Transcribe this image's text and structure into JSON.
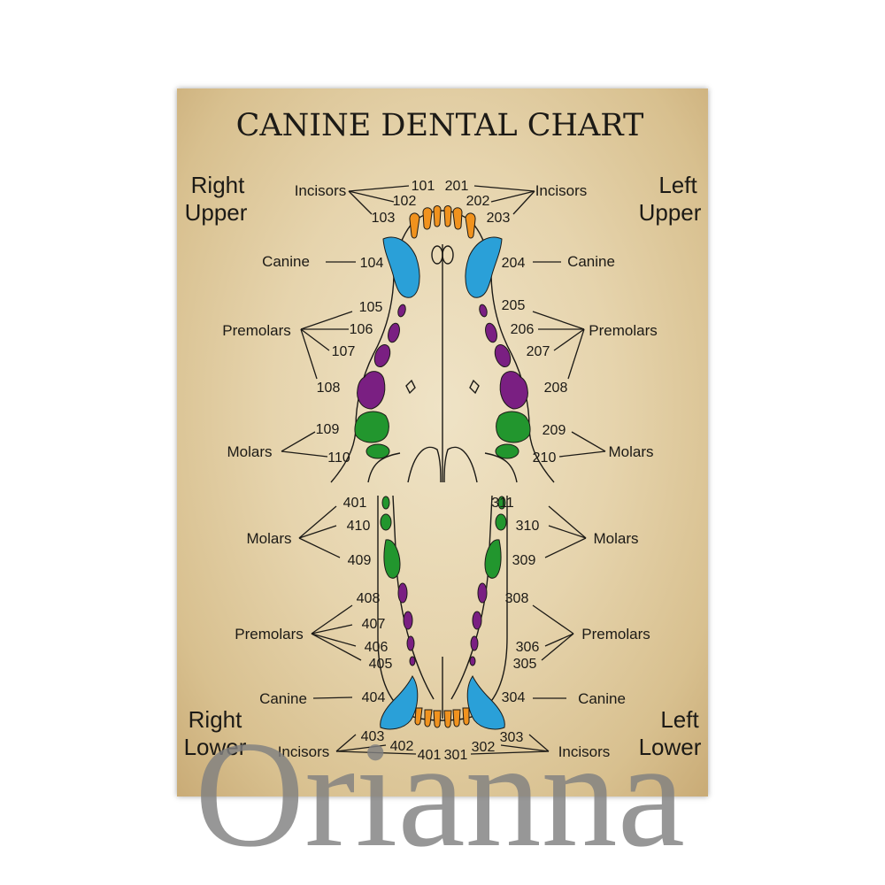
{
  "title": "CANINE DENTAL CHART",
  "corners": {
    "right_upper": [
      "Right",
      "Upper"
    ],
    "left_upper": [
      "Left",
      "Upper"
    ],
    "right_lower": [
      "Right",
      "Lower"
    ],
    "left_lower": [
      "Left",
      "Lower"
    ]
  },
  "colors": {
    "incisor": "#f0921e",
    "canine": "#2aa0d8",
    "premolar": "#7a1f82",
    "molar": "#22962e"
  },
  "groups": {
    "upper_right": {
      "incisors": {
        "label": "Incisors",
        "numbers": [
          "101",
          "102",
          "103"
        ]
      },
      "canine": {
        "label": "Canine",
        "numbers": [
          "104"
        ]
      },
      "premolars": {
        "label": "Premolars",
        "numbers": [
          "105",
          "106",
          "107",
          "108"
        ]
      },
      "molars": {
        "label": "Molars",
        "numbers": [
          "109",
          "110"
        ]
      }
    },
    "upper_left": {
      "incisors": {
        "label": "Incisors",
        "numbers": [
          "201",
          "202",
          "203"
        ]
      },
      "canine": {
        "label": "Canine",
        "numbers": [
          "204"
        ]
      },
      "premolars": {
        "label": "Premolars",
        "numbers": [
          "205",
          "206",
          "207",
          "208"
        ]
      },
      "molars": {
        "label": "Molars",
        "numbers": [
          "209",
          "210"
        ]
      }
    },
    "lower_right": {
      "molars": {
        "label": "Molars",
        "numbers": [
          "401",
          "410",
          "409"
        ]
      },
      "premolars": {
        "label": "Premolars",
        "numbers": [
          "408",
          "407",
          "406",
          "405"
        ]
      },
      "canine": {
        "label": "Canine",
        "numbers": [
          "404"
        ]
      },
      "incisors": {
        "label": "Incisors",
        "numbers": [
          "403",
          "402",
          "401"
        ]
      }
    },
    "lower_left": {
      "molars": {
        "label": "Molars",
        "numbers": [
          "311",
          "310",
          "309"
        ]
      },
      "premolars": {
        "label": "Premolars",
        "numbers": [
          "308",
          "306",
          "305"
        ]
      },
      "canine": {
        "label": "Canine",
        "numbers": [
          "304"
        ]
      },
      "incisors": {
        "label": "Incisors",
        "numbers": [
          "303",
          "302",
          "301"
        ]
      }
    }
  },
  "watermark": "Orianna"
}
